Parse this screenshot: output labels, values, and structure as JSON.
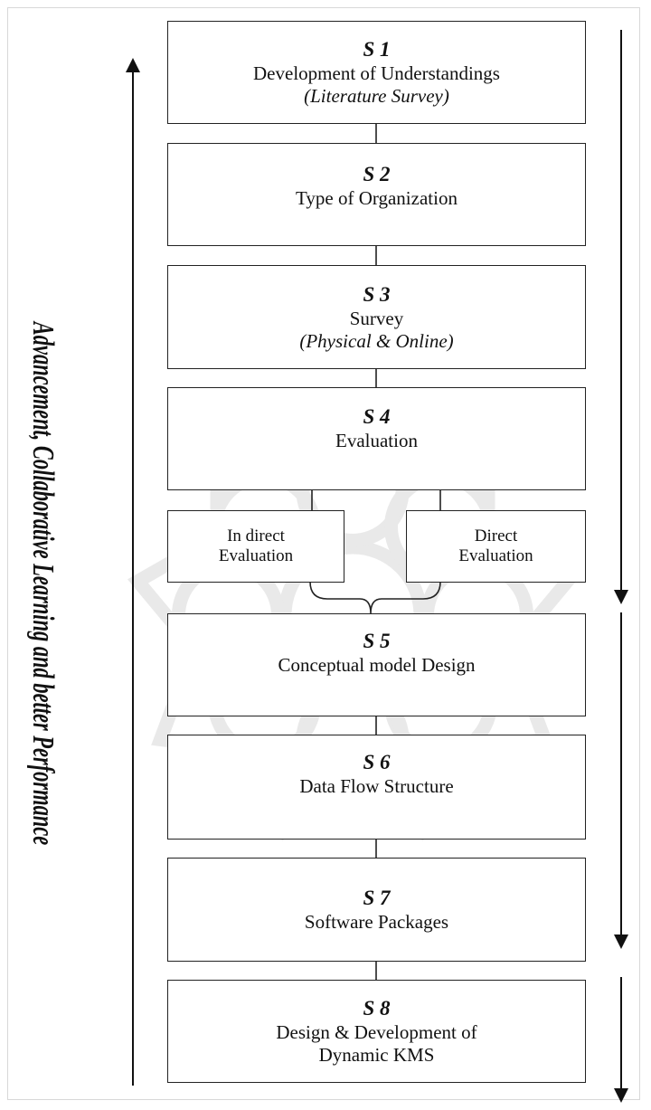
{
  "side_label": "Advancement, Collaborative Learning and better Performance",
  "stages": [
    {
      "id": "S 1",
      "lines": [
        "Development of Understandings"
      ],
      "note": "(Literature Survey)"
    },
    {
      "id": "S 2",
      "lines": [
        "Type of Organization"
      ],
      "note": ""
    },
    {
      "id": "S 3",
      "lines": [
        "Survey"
      ],
      "note": "(Physical & Online)"
    },
    {
      "id": "S 4",
      "lines": [
        "Evaluation"
      ],
      "note": ""
    },
    {
      "id": "S 5",
      "lines": [
        "Conceptual model Design"
      ],
      "note": ""
    },
    {
      "id": "S 6",
      "lines": [
        "Data Flow Structure"
      ],
      "note": ""
    },
    {
      "id": "S 7",
      "lines": [
        "Software Packages"
      ],
      "note": ""
    },
    {
      "id": "S 8",
      "lines": [
        "Design & Development of",
        "Dynamic KMS"
      ],
      "note": ""
    }
  ],
  "evaluation_types": [
    {
      "lines": [
        "In direct",
        "Evaluation"
      ]
    },
    {
      "lines": [
        "Direct",
        "Evaluation"
      ]
    }
  ]
}
